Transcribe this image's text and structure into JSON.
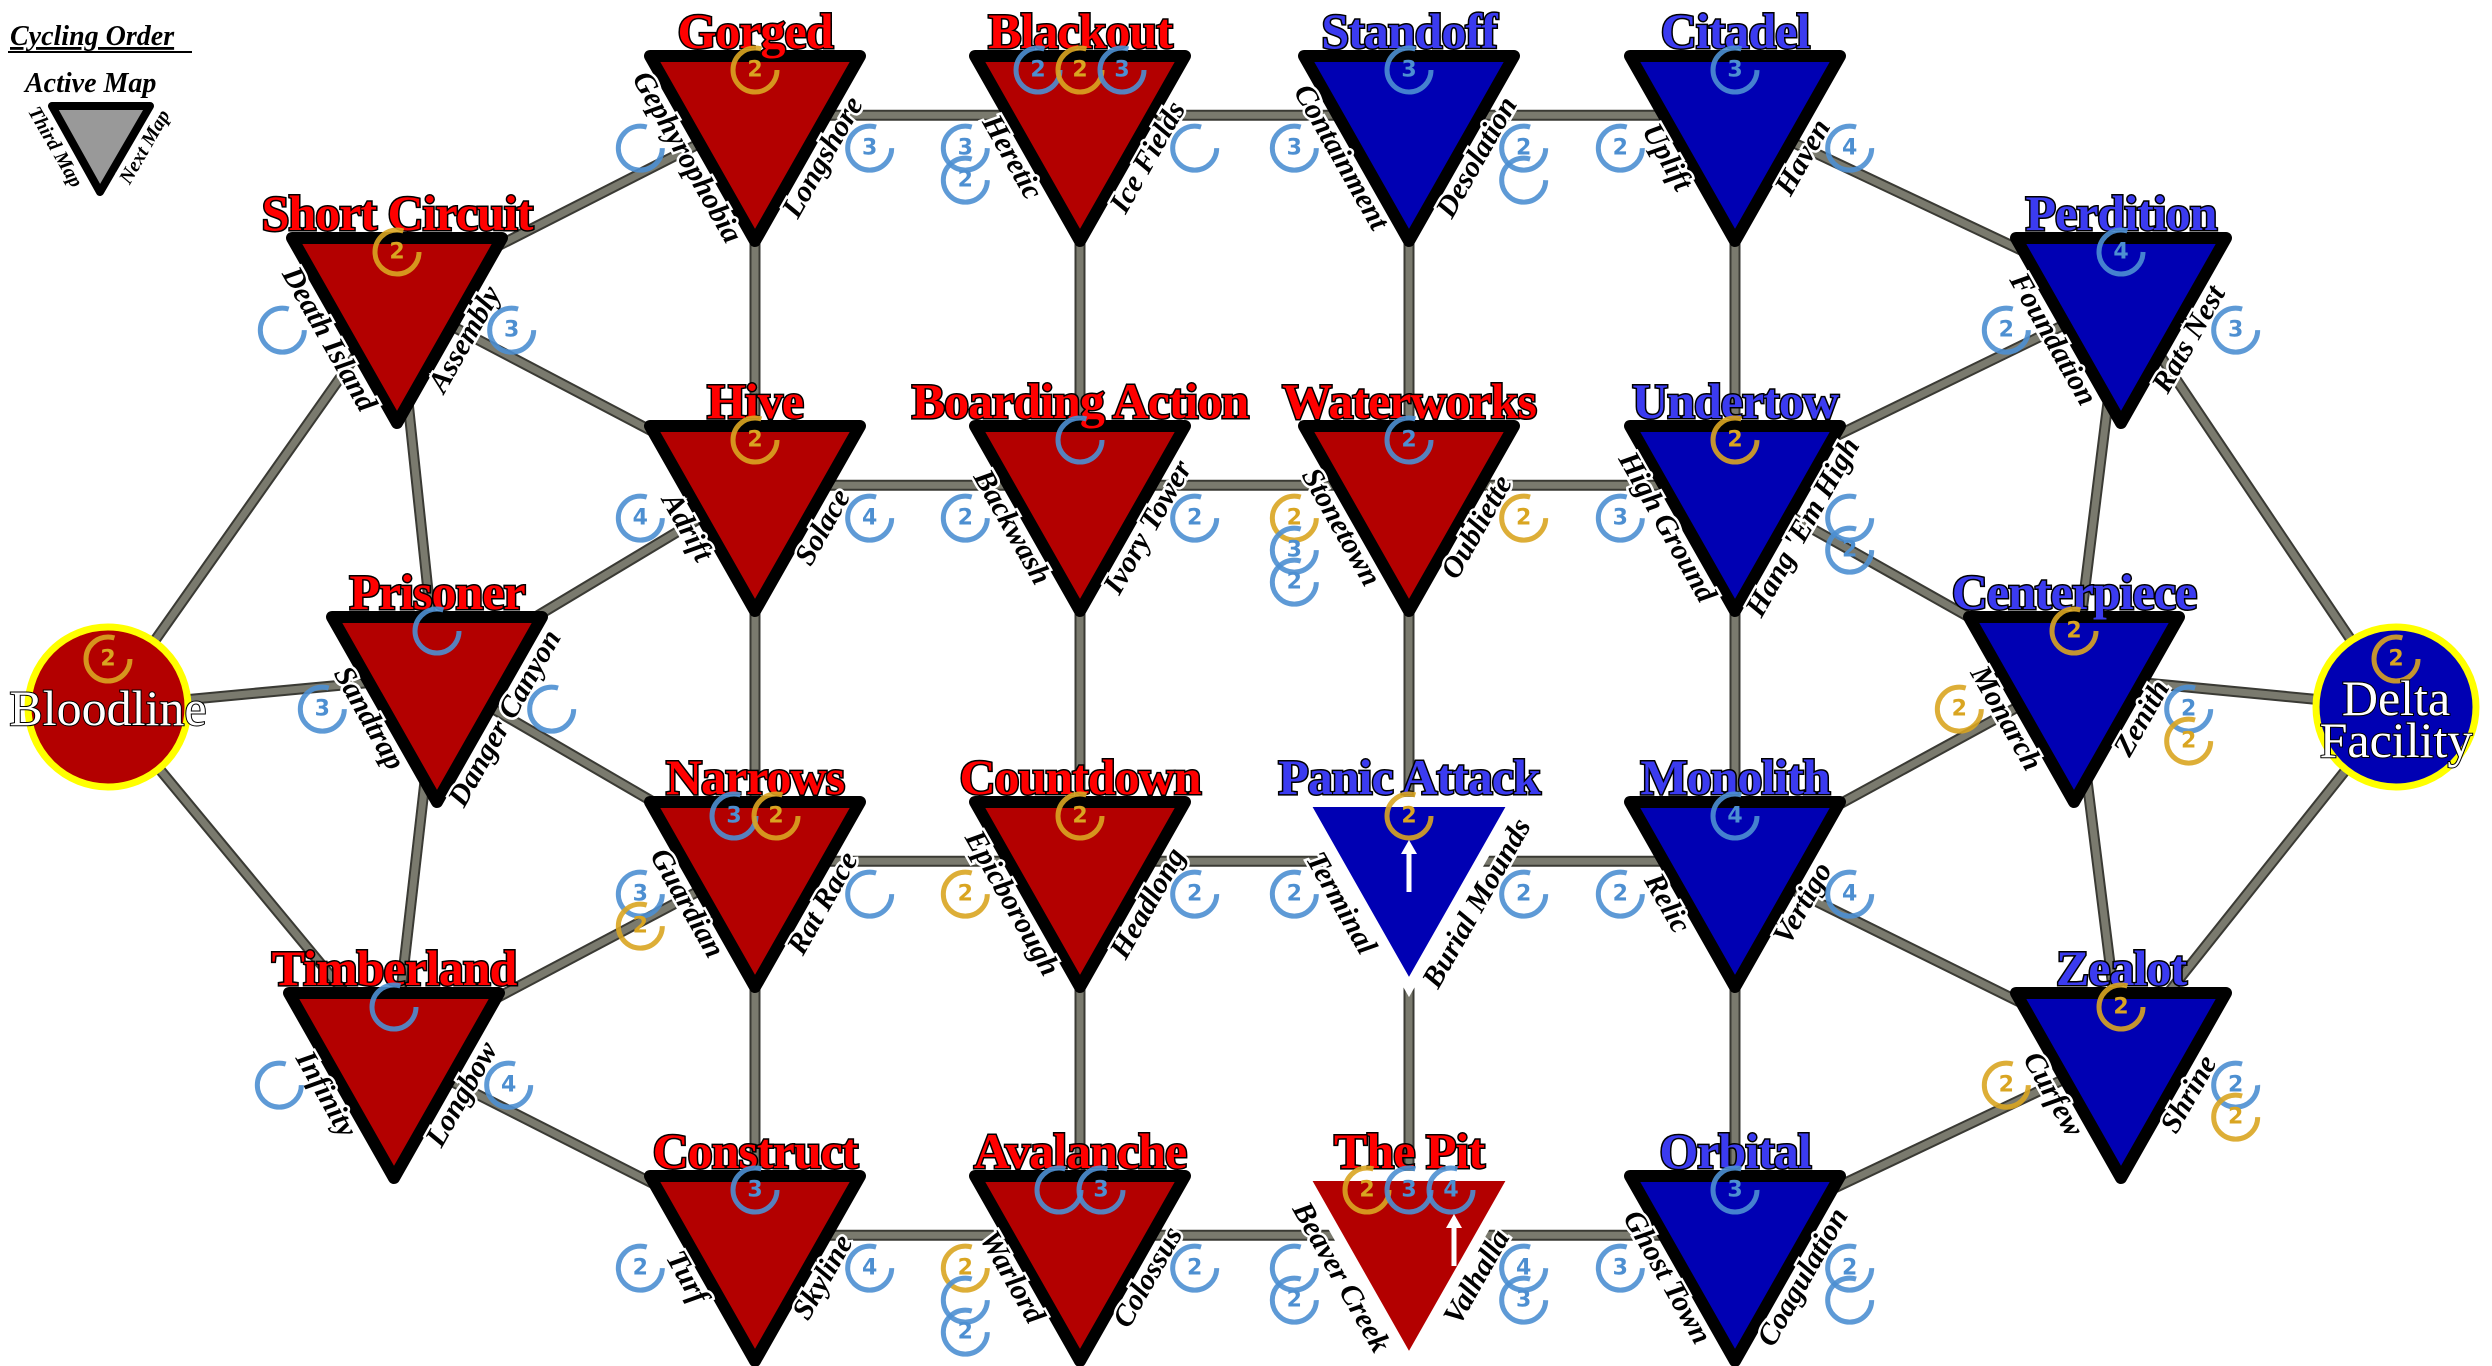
{
  "legend": {
    "heading": "Cycling Order",
    "active_label": "Active Map",
    "left_label": "Third Map",
    "right_label": "Next Map"
  },
  "colors": {
    "red_team": "#b30000",
    "blue_team": "#0000b3",
    "red_title": "#ff0000",
    "blue_title": "#3b3bf0",
    "edge": "#7a7a6e",
    "endpoint_ring": "#ffff00",
    "game_gold": "#d9a521",
    "game_blue": "#4d8fd1"
  },
  "nodes": [
    {
      "id": "bloodline",
      "name": "Bloodline",
      "team": "red",
      "shape": "circle",
      "games": [
        "2-gold"
      ]
    },
    {
      "id": "delta",
      "name": "Delta Facility",
      "team": "blue",
      "shape": "circle",
      "games": [
        "2-gold"
      ]
    },
    {
      "id": "gorged",
      "name": "Gorged",
      "team": "red",
      "games": [
        "2-gold"
      ],
      "left": {
        "name": "Gephyrophobia",
        "games": [
          "CE"
        ]
      },
      "right": {
        "name": "Longshore",
        "games": [
          "3"
        ]
      }
    },
    {
      "id": "blackout",
      "name": "Blackout",
      "team": "red",
      "games": [
        "2",
        "2-gold",
        "3"
      ],
      "left": {
        "name": "Heretic",
        "games": [
          "3",
          "2"
        ]
      },
      "right": {
        "name": "Ice Fields",
        "games": [
          "CE"
        ]
      }
    },
    {
      "id": "standoff",
      "name": "Standoff",
      "team": "blue",
      "games": [
        "3"
      ],
      "left": {
        "name": "Containment",
        "games": [
          "3"
        ]
      },
      "right": {
        "name": "Desolation",
        "games": [
          "2",
          "CE"
        ]
      }
    },
    {
      "id": "citadel",
      "name": "Citadel",
      "team": "blue",
      "games": [
        "3"
      ],
      "left": {
        "name": "Uplift",
        "games": [
          "2"
        ]
      },
      "right": {
        "name": "Haven",
        "games": [
          "4"
        ]
      }
    },
    {
      "id": "shortcircuit",
      "name": "Short Circuit",
      "team": "red",
      "games": [
        "2-gold"
      ],
      "left": {
        "name": "Death Island",
        "games": [
          "CE"
        ]
      },
      "right": {
        "name": "Assembly",
        "games": [
          "3"
        ]
      }
    },
    {
      "id": "hive",
      "name": "Hive",
      "team": "red",
      "games": [
        "2-gold"
      ],
      "left": {
        "name": "Adrift",
        "games": [
          "4"
        ]
      },
      "right": {
        "name": "Solace",
        "games": [
          "4"
        ]
      }
    },
    {
      "id": "boarding",
      "name": "Boarding Action",
      "team": "red",
      "games": [
        "CE"
      ],
      "left": {
        "name": "Backwash",
        "games": [
          "2"
        ]
      },
      "right": {
        "name": "Ivory Tower",
        "games": [
          "2"
        ]
      }
    },
    {
      "id": "waterworks",
      "name": "Waterworks",
      "team": "red",
      "games": [
        "2"
      ],
      "left": {
        "name": "Stonetown",
        "games": [
          "2-gold",
          "3",
          "2"
        ]
      },
      "right": {
        "name": "Oubliette",
        "games": [
          "2-gold"
        ]
      }
    },
    {
      "id": "undertow",
      "name": "Undertow",
      "team": "blue",
      "games": [
        "2-gold"
      ],
      "left": {
        "name": "High Ground",
        "games": [
          "3"
        ]
      },
      "right": {
        "name": "Hang 'Em High",
        "games": [
          "CE",
          "2"
        ]
      }
    },
    {
      "id": "perdition",
      "name": "Perdition",
      "team": "blue",
      "games": [
        "4"
      ],
      "left": {
        "name": "Foundation",
        "games": [
          "2"
        ]
      },
      "right": {
        "name": "Rats Nest",
        "games": [
          "3"
        ]
      }
    },
    {
      "id": "prisoner",
      "name": "Prisoner",
      "team": "red",
      "games": [
        "CE"
      ],
      "left": {
        "name": "Sandtrap",
        "games": [
          "3"
        ]
      },
      "right": {
        "name": "Danger Canyon",
        "games": [
          "CE"
        ]
      }
    },
    {
      "id": "narrows",
      "name": "Narrows",
      "team": "red",
      "games": [
        "3",
        "2-gold"
      ],
      "left": {
        "name": "Guardian",
        "games": [
          "3",
          "2-gold"
        ]
      },
      "right": {
        "name": "Rat Race",
        "games": [
          "CE"
        ]
      }
    },
    {
      "id": "countdown",
      "name": "Countdown",
      "team": "red",
      "games": [
        "2-gold"
      ],
      "left": {
        "name": "Epicborough",
        "games": [
          "2-gold"
        ]
      },
      "right": {
        "name": "Headlong",
        "games": [
          "2"
        ]
      }
    },
    {
      "id": "panic",
      "name": "Panic Attack",
      "team": "blue",
      "active": true,
      "games": [
        "2-gold"
      ],
      "left": {
        "name": "Terminal",
        "games": [
          "2"
        ]
      },
      "right": {
        "name": "Burial Mounds",
        "games": [
          "2"
        ]
      }
    },
    {
      "id": "monolith",
      "name": "Monolith",
      "team": "blue",
      "games": [
        "4"
      ],
      "left": {
        "name": "Relic",
        "games": [
          "2"
        ]
      },
      "right": {
        "name": "Vertigo",
        "games": [
          "4"
        ]
      }
    },
    {
      "id": "centerpiece",
      "name": "Centerpiece",
      "team": "blue",
      "games": [
        "2-gold"
      ],
      "left": {
        "name": "Monarch",
        "games": [
          "2-gold"
        ]
      },
      "right": {
        "name": "Zenith",
        "games": [
          "2",
          "2-gold"
        ]
      }
    },
    {
      "id": "timberland",
      "name": "Timberland",
      "team": "red",
      "games": [
        "CE"
      ],
      "left": {
        "name": "Infinity",
        "games": [
          "CE"
        ]
      },
      "right": {
        "name": "Longbow",
        "games": [
          "4"
        ]
      }
    },
    {
      "id": "construct",
      "name": "Construct",
      "team": "red",
      "games": [
        "3"
      ],
      "left": {
        "name": "Turf",
        "games": [
          "2"
        ]
      },
      "right": {
        "name": "Skyline",
        "games": [
          "4"
        ]
      }
    },
    {
      "id": "avalanche",
      "name": "Avalanche",
      "team": "red",
      "games": [
        "CE",
        "3"
      ],
      "left": {
        "name": "Warlord",
        "games": [
          "2-gold",
          "CE",
          "2"
        ]
      },
      "right": {
        "name": "Colossus",
        "games": [
          "2"
        ]
      }
    },
    {
      "id": "thepit",
      "name": "The Pit",
      "team": "red",
      "active": true,
      "games": [
        "2-gold",
        "3",
        "4"
      ],
      "left": {
        "name": "Beaver Creek",
        "games": [
          "CE",
          "2"
        ]
      },
      "right": {
        "name": "Valhalla",
        "games": [
          "4",
          "3"
        ]
      }
    },
    {
      "id": "orbital",
      "name": "Orbital",
      "team": "blue",
      "games": [
        "3"
      ],
      "left": {
        "name": "Ghost Town",
        "games": [
          "3"
        ]
      },
      "right": {
        "name": "Coagulation",
        "games": [
          "2",
          "CE"
        ]
      }
    },
    {
      "id": "zealot",
      "name": "Zealot",
      "team": "blue",
      "games": [
        "2-gold"
      ],
      "left": {
        "name": "Curfew",
        "games": [
          "2-gold"
        ]
      },
      "right": {
        "name": "Shrine",
        "games": [
          "2",
          "2-gold"
        ]
      }
    }
  ],
  "edges": [
    [
      "bloodline",
      "shortcircuit"
    ],
    [
      "bloodline",
      "prisoner"
    ],
    [
      "bloodline",
      "timberland"
    ],
    [
      "shortcircuit",
      "gorged"
    ],
    [
      "shortcircuit",
      "hive"
    ],
    [
      "shortcircuit",
      "prisoner"
    ],
    [
      "prisoner",
      "hive"
    ],
    [
      "prisoner",
      "narrows"
    ],
    [
      "prisoner",
      "timberland"
    ],
    [
      "timberland",
      "narrows"
    ],
    [
      "timberland",
      "construct"
    ],
    [
      "gorged",
      "blackout"
    ],
    [
      "blackout",
      "standoff"
    ],
    [
      "standoff",
      "citadel"
    ],
    [
      "hive",
      "boarding"
    ],
    [
      "boarding",
      "waterworks"
    ],
    [
      "waterworks",
      "undertow"
    ],
    [
      "narrows",
      "countdown"
    ],
    [
      "countdown",
      "panic"
    ],
    [
      "panic",
      "monolith"
    ],
    [
      "construct",
      "avalanche"
    ],
    [
      "avalanche",
      "thepit"
    ],
    [
      "thepit",
      "orbital"
    ],
    [
      "gorged",
      "hive"
    ],
    [
      "hive",
      "narrows"
    ],
    [
      "narrows",
      "construct"
    ],
    [
      "blackout",
      "boarding"
    ],
    [
      "boarding",
      "countdown"
    ],
    [
      "countdown",
      "avalanche"
    ],
    [
      "standoff",
      "waterworks"
    ],
    [
      "waterworks",
      "panic"
    ],
    [
      "panic",
      "thepit"
    ],
    [
      "citadel",
      "undertow"
    ],
    [
      "undertow",
      "monolith"
    ],
    [
      "monolith",
      "orbital"
    ],
    [
      "citadel",
      "perdition"
    ],
    [
      "undertow",
      "perdition"
    ],
    [
      "undertow",
      "centerpiece"
    ],
    [
      "monolith",
      "centerpiece"
    ],
    [
      "monolith",
      "zealot"
    ],
    [
      "orbital",
      "zealot"
    ],
    [
      "perdition",
      "centerpiece"
    ],
    [
      "centerpiece",
      "zealot"
    ],
    [
      "perdition",
      "delta"
    ],
    [
      "centerpiece",
      "delta"
    ],
    [
      "zealot",
      "delta"
    ]
  ]
}
